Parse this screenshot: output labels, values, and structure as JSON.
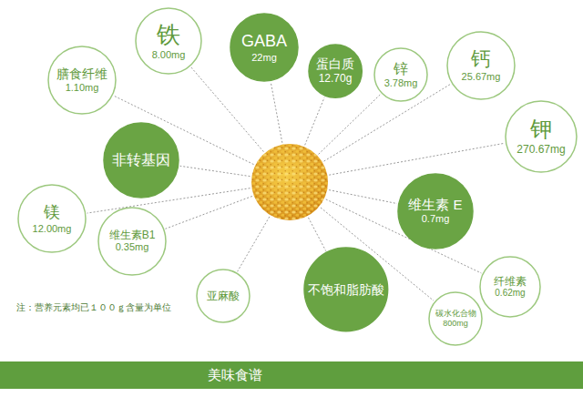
{
  "diagram": {
    "nodes": [
      {
        "text": [
          "铁",
          "8.00mg"
        ]
      },
      {
        "text": [
          "GABA",
          "22mg"
        ]
      },
      {
        "text": [
          "蛋白质",
          "12.70g"
        ]
      },
      {
        "text": [
          "锌",
          "3.78mg"
        ]
      },
      {
        "text": [
          "钙",
          "25.67mg"
        ]
      },
      {
        "text": [
          "膳食纤维",
          "1.10mg"
        ]
      },
      {
        "text": [
          "钾",
          "270.67mg"
        ]
      },
      {
        "text": [
          "非转基因"
        ]
      },
      {
        "text": [
          "维生素 E",
          "0.7mg"
        ]
      },
      {
        "text": [
          "镁",
          "12.00mg"
        ]
      },
      {
        "text": [
          "维生素B1",
          "0.35mg"
        ]
      },
      {
        "text": [
          "纤维素",
          "0.62mg"
        ]
      },
      {
        "text": [
          "亚麻酸"
        ]
      },
      {
        "text": [
          "不饱和脂肪酸"
        ]
      },
      {
        "text": [
          "碳水化合物",
          "800mg"
        ]
      },
      {
        "text": [
          "美味食谱"
        ]
      }
    ],
    "labels": [
      "注：营养元素均已１００ｇ含量为单位"
    ]
  }
}
